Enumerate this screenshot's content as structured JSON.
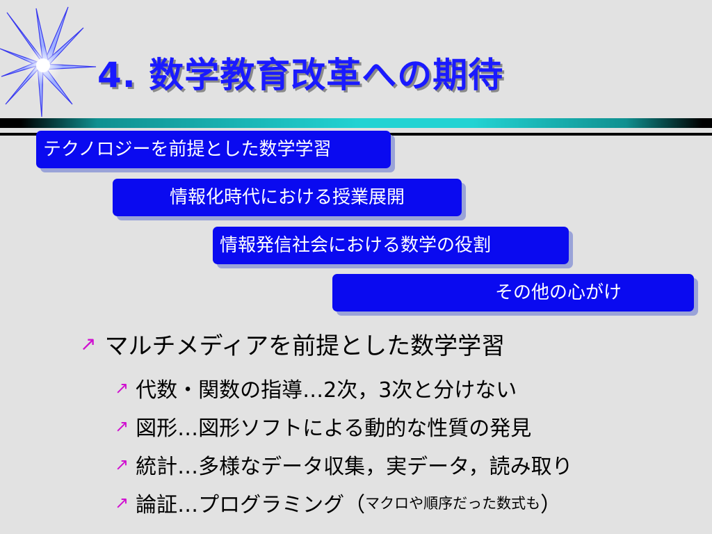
{
  "slide": {
    "title": "4. 数学教育改革への期待",
    "boxes": [
      "テクノロジーを前提とした数学学習",
      "情報化時代における授業展開",
      "情報発信社会における数学の役割",
      "その他の心がけ"
    ],
    "bullet_glyph": "↗",
    "main_point": "マルチメディアを前提とした数学学習",
    "sub_points": [
      "代数・関数の指導…2次，3次と分けない",
      "図形…図形ソフトによる動的な性質の発見",
      "統計…多様なデータ収集，実データ，読み取り",
      "論証…プログラミング（",
      "マクロや順序だった数式も",
      "）"
    ]
  },
  "colors": {
    "title": "#1a1aff",
    "box_fill": "#0a0af0",
    "box_shadow": "#9aa3d8",
    "bullet": "#d010d0",
    "background": "#e2e2e2"
  },
  "icons": {
    "decoration": "starburst-icon",
    "bullet": "arrow-up-right-icon"
  }
}
